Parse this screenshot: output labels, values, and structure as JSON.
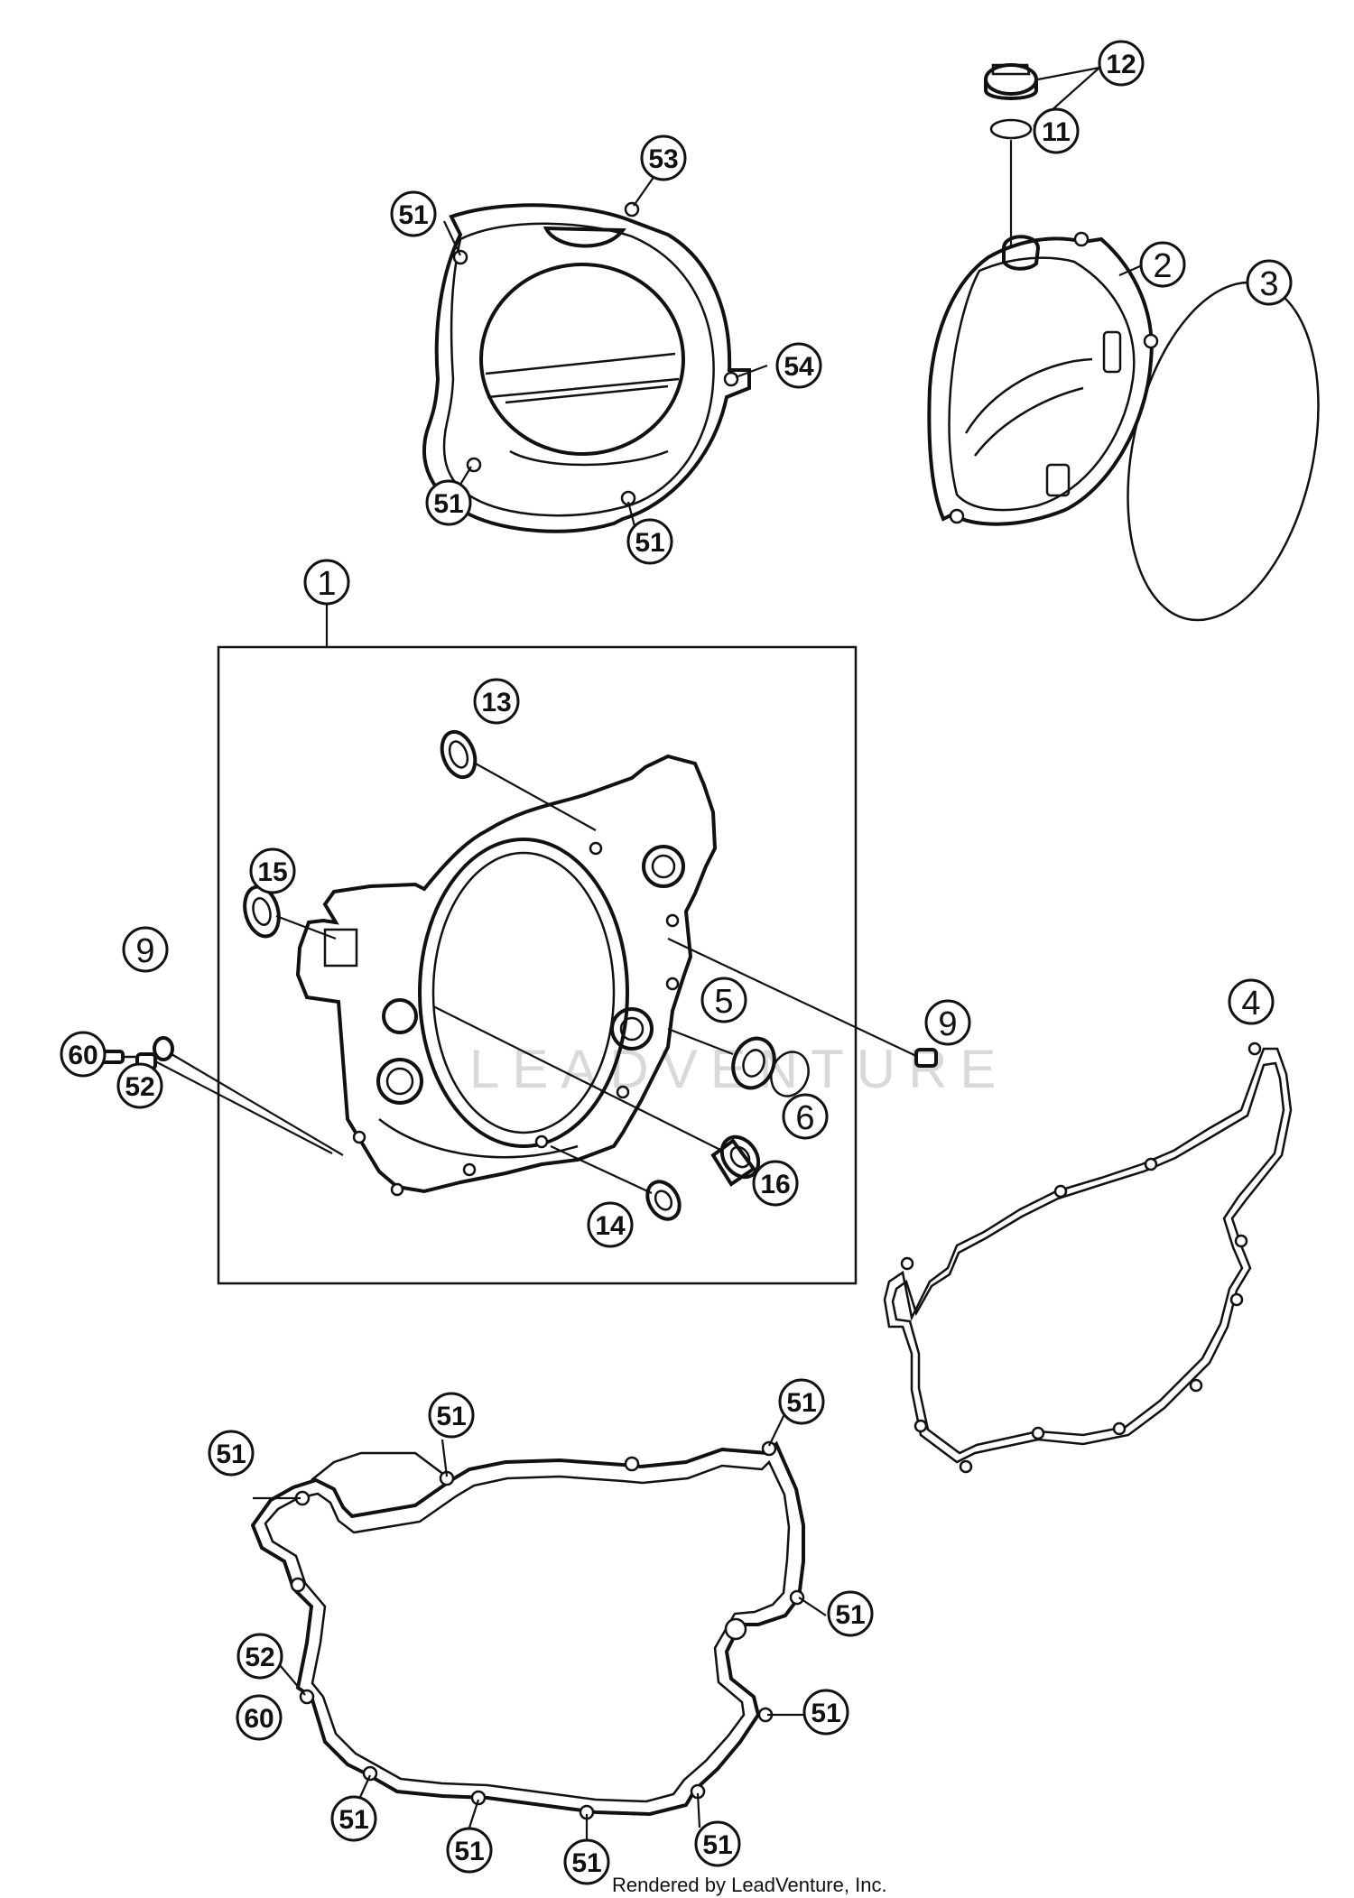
{
  "callouts": {
    "c1": "1",
    "c2": "2",
    "c3": "3",
    "c4": "4",
    "c5": "5",
    "c6": "6",
    "c9a": "9",
    "c9b": "9",
    "c11": "11",
    "c12": "12",
    "c13": "13",
    "c14": "14",
    "c15": "15",
    "c16": "16",
    "c51_cover_tl": "51",
    "c51_cover_bl": "51",
    "c51_cover_br": "51",
    "c53": "53",
    "c54": "54",
    "c52_left": "52",
    "c60_left": "60",
    "g51_a": "51",
    "g51_b": "51",
    "g51_c": "51",
    "g51_d": "51",
    "g51_e": "51",
    "g51_f": "51",
    "g51_g": "51",
    "g51_h": "51",
    "g51_i": "51",
    "g52": "52",
    "g60": "60"
  },
  "watermark": "LEADVENTURE",
  "footer": "Rendered by LeadVenture, Inc."
}
